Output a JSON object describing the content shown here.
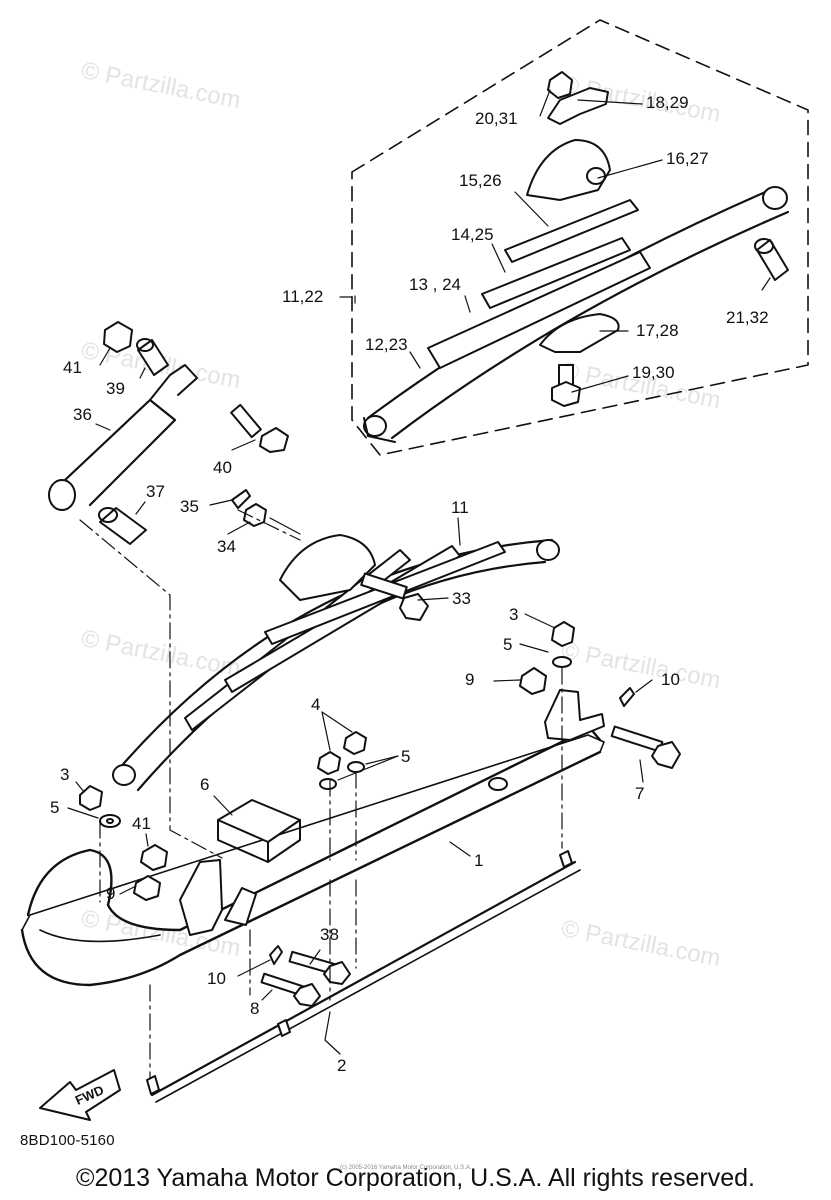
{
  "diagram": {
    "code": "8BD100-5160",
    "copyright": "©2013 Yamaha Motor Corporation, U.S.A. All rights reserved.",
    "fine_print": "(c) 2005-2016 Yamaha Motor Corporation, U.S.A.",
    "watermark": "© Partzilla.com",
    "fwd_label": "FWD",
    "callouts": [
      "18,29",
      "20,31",
      "16,27",
      "15,26",
      "14,25",
      "11,22",
      "13 , 24",
      "12,23",
      "17,28",
      "21,32",
      "19,30",
      "41",
      "39",
      "36",
      "40",
      "37",
      "35",
      "34",
      "11",
      "33",
      "3",
      "5",
      "10",
      "9",
      "4",
      "5",
      "7",
      "3",
      "5",
      "6",
      "1",
      "41",
      "9",
      "38",
      "10",
      "8",
      "2"
    ]
  }
}
